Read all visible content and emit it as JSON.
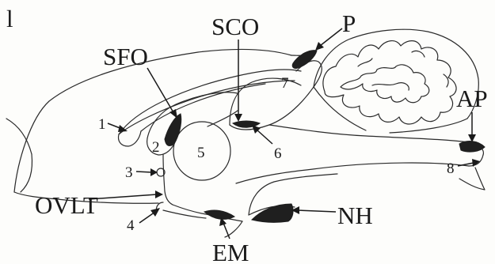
{
  "panel_label": "l",
  "labels": {
    "sfo": "SFO",
    "sco": "SCO",
    "p": "P",
    "ap": "AP",
    "ovlt": "OVLT",
    "nh": "NH",
    "em": "EM"
  },
  "numbers": {
    "n1": "1",
    "n2": "2",
    "n3": "3",
    "n4": "4",
    "n5": "5",
    "n6": "6",
    "n7": "7",
    "n8": "8"
  }
}
